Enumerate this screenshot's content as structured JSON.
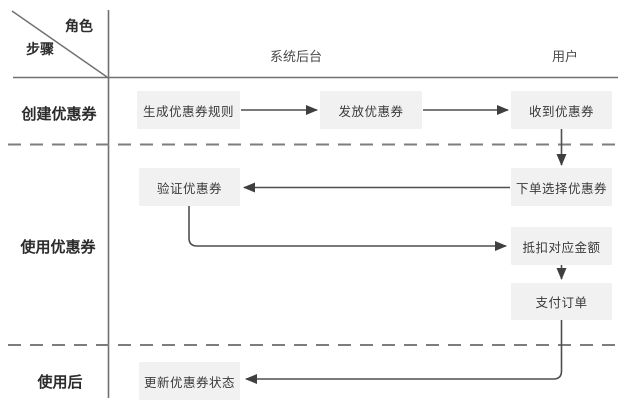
{
  "diagram": {
    "title_semantic": "coupon-lifecycle-swimlane-flowchart",
    "corner": {
      "role_label": "角色",
      "step_label": "步骤"
    },
    "columns": [
      {
        "id": "system-backend",
        "label": "系统后台"
      },
      {
        "id": "user",
        "label": "用户"
      }
    ],
    "rows": [
      {
        "id": "create-coupon",
        "label": "创建优惠券"
      },
      {
        "id": "use-coupon",
        "label": "使用优惠券"
      },
      {
        "id": "after-use",
        "label": "使用后"
      }
    ],
    "nodes": [
      {
        "id": "generate-coupon-rules",
        "label": "生成优惠券规则",
        "lane_row": "创建优惠券",
        "lane_col": "系统后台"
      },
      {
        "id": "issue-coupon",
        "label": "发放优惠券",
        "lane_row": "创建优惠券",
        "lane_col": "系统后台"
      },
      {
        "id": "receive-coupon",
        "label": "收到优惠券",
        "lane_row": "创建优惠券",
        "lane_col": "用户"
      },
      {
        "id": "order-select-coupon",
        "label": "下单选择优惠券",
        "lane_row": "使用优惠券",
        "lane_col": "用户"
      },
      {
        "id": "verify-coupon",
        "label": "验证优惠券",
        "lane_row": "使用优惠券",
        "lane_col": "系统后台"
      },
      {
        "id": "deduct-amount",
        "label": "抵扣对应金额",
        "lane_row": "使用优惠券",
        "lane_col": "用户"
      },
      {
        "id": "pay-order",
        "label": "支付订单",
        "lane_row": "使用优惠券",
        "lane_col": "用户"
      },
      {
        "id": "update-coupon-status",
        "label": "更新优惠券状态",
        "lane_row": "使用后",
        "lane_col": "系统后台"
      }
    ],
    "edges": [
      {
        "from": "generate-coupon-rules",
        "to": "issue-coupon"
      },
      {
        "from": "issue-coupon",
        "to": "receive-coupon"
      },
      {
        "from": "receive-coupon",
        "to": "order-select-coupon"
      },
      {
        "from": "order-select-coupon",
        "to": "verify-coupon"
      },
      {
        "from": "verify-coupon",
        "to": "deduct-amount"
      },
      {
        "from": "deduct-amount",
        "to": "pay-order"
      },
      {
        "from": "pay-order",
        "to": "update-coupon-status"
      }
    ],
    "colors": {
      "background": "#ffffff",
      "node_fill": "#f1f1f2",
      "node_text": "#3a3a3a",
      "grid_line": "#707070",
      "dashed_line": "#7d7d7d",
      "arrow": "#4f4f4f",
      "label_text": "#2b2b2b"
    }
  }
}
